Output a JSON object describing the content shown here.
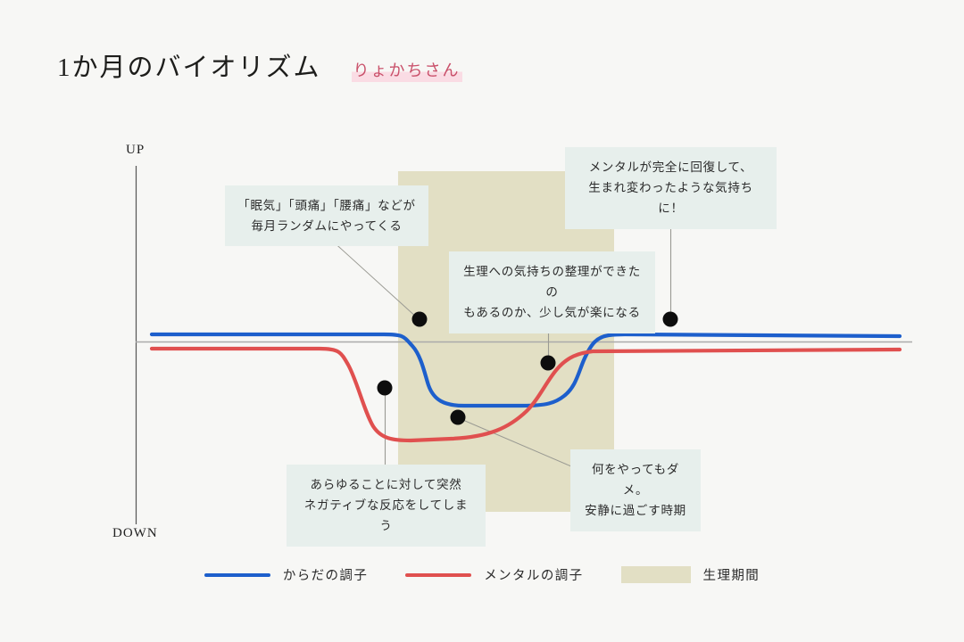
{
  "header": {
    "title": "1か月のバイオリズム",
    "subtitle": "りょかちさん"
  },
  "axis": {
    "up_label": "UP",
    "down_label": "DOWN"
  },
  "callouts": [
    {
      "id": "callout-1",
      "text": "「眠気」「頭痛」「腰痛」などが\n毎月ランダムにやってくる"
    },
    {
      "id": "callout-2",
      "text": "メンタルが完全に回復して、\n生まれ変わったような気持ちに！"
    },
    {
      "id": "callout-3",
      "text": "生理への気持ちの整理ができたの\nもあるのか、少し気が楽になる"
    },
    {
      "id": "callout-4",
      "text": "あらゆることに対して突然\nネガティブな反応をしてしまう"
    },
    {
      "id": "callout-5",
      "text": "何をやってもダメ。\n安静に過ごす時期"
    }
  ],
  "legend": {
    "body_label": "からだの調子",
    "mental_label": "メンタルの調子",
    "period_label": "生理期間"
  },
  "colors": {
    "body_line": "#1D5FCC",
    "mental_line": "#E0504F",
    "period_band": "#E2DFC4",
    "callout_bg": "#E7EFEC",
    "baseline": "#AAAAAA",
    "accent_pink": "#C9506A",
    "background": "#F7F7F5"
  },
  "chart_data": {
    "type": "line",
    "title": "1か月のバイオリズム",
    "subtitle": "りょかちさん",
    "xlabel": "",
    "ylabel": "",
    "ytick_labels": [
      "UP",
      "DOWN"
    ],
    "ylim": [
      -1,
      1
    ],
    "xlim": [
      0,
      30
    ],
    "grid": false,
    "legend_position": "bottom-center",
    "baseline_y": 0,
    "shaded_region": {
      "label": "生理期間",
      "color": "#E2DFC4",
      "x_start": 10.2,
      "x_end": 22.0
    },
    "series": [
      {
        "name": "からだの調子",
        "color": "#1D5FCC",
        "x": [
          0,
          3,
          6,
          9,
          10.5,
          12,
          13.5,
          15,
          17,
          19,
          20,
          20.8,
          21.5,
          23,
          26,
          30
        ],
        "values": [
          0.06,
          0.06,
          0.06,
          0.06,
          0.04,
          -0.14,
          -0.28,
          -0.33,
          -0.35,
          -0.36,
          -0.32,
          -0.18,
          0.04,
          0.07,
          0.07,
          0.065
        ]
      },
      {
        "name": "メンタルの調子",
        "color": "#E0504F",
        "x": [
          0,
          3,
          6,
          8,
          9,
          10,
          11,
          12.5,
          14,
          16,
          18,
          19.5,
          20.5,
          22,
          25,
          30
        ],
        "values": [
          -0.04,
          -0.04,
          -0.04,
          -0.04,
          -0.1,
          -0.32,
          -0.5,
          -0.58,
          -0.6,
          -0.58,
          -0.52,
          -0.4,
          -0.18,
          -0.035,
          -0.03,
          -0.035
        ]
      }
    ],
    "annotations": [
      {
        "text": "「眠気」「頭痛」「腰痛」などが 毎月ランダムにやってくる",
        "point_x": 11.0,
        "point_y": 0.17
      },
      {
        "text": "メンタルが完全に回復して、生まれ変わったような気持ちに！",
        "point_x": 22.6,
        "point_y": 0.17
      },
      {
        "text": "生理への気持ちの整理ができたのもあるのか、少し気が楽になる",
        "point_x": 16.0,
        "point_y": -0.06
      },
      {
        "text": "あらゆることに対して突然 ネガティブな反応をしてしまう",
        "point_x": 9.3,
        "point_y": -0.27
      },
      {
        "text": "何をやってもダメ。安静に過ごす時期",
        "point_x": 13.2,
        "point_y": -0.37
      }
    ]
  }
}
